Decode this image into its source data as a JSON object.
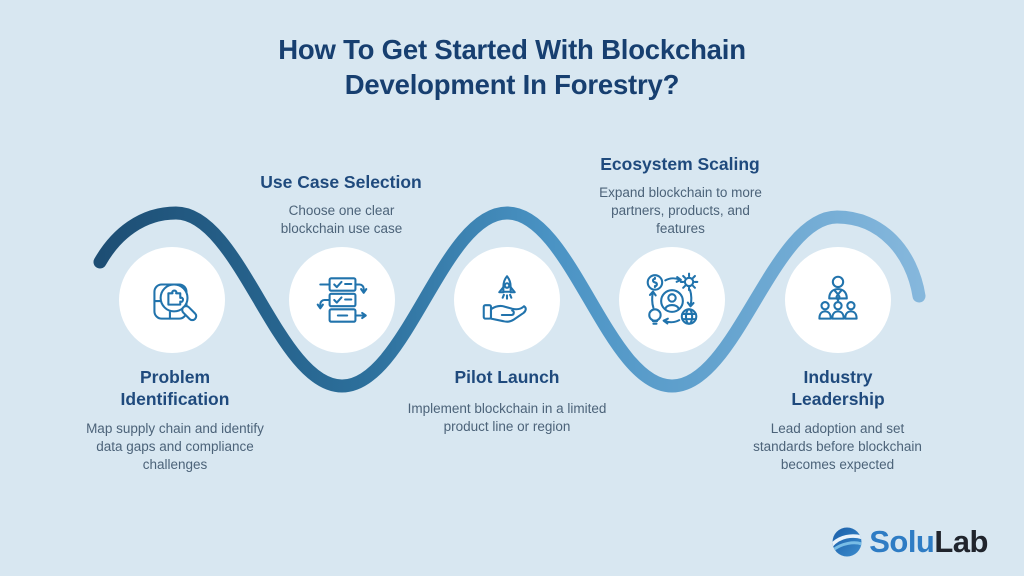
{
  "title": "How To Get Started With Blockchain Development In Forestry?",
  "steps": [
    {
      "title": "Problem Identification",
      "description": "Map supply chain and identify data gaps and compliance challenges",
      "icon": "magnifier-puzzle-icon",
      "label_position": "below"
    },
    {
      "title": "Use Case Selection",
      "description": "Choose one clear blockchain use case",
      "icon": "workflow-checklist-icon",
      "label_position": "above"
    },
    {
      "title": "Pilot Launch",
      "description": "Implement blockchain in a limited product line or region",
      "icon": "hand-rocket-icon",
      "label_position": "below"
    },
    {
      "title": "Ecosystem Scaling",
      "description": "Expand blockchain to more partners, products, and features",
      "icon": "ecosystem-cycle-icon",
      "label_position": "above"
    },
    {
      "title": "Industry Leadership",
      "description": "Lead adoption and set standards before blockchain becomes expected",
      "icon": "leadership-team-icon",
      "label_position": "below"
    }
  ],
  "logo": {
    "brand_first": "Solu",
    "brand_second": "Lab",
    "icon": "solulab-sphere-icon"
  },
  "colors": {
    "background": "#d8e7f1",
    "title": "#173f70",
    "step_title": "#1f4a7d",
    "description": "#4c6379",
    "icon_stroke": "#2173ac",
    "wave_start": "#1d4e74",
    "wave_mid": "#4a93c4",
    "wave_end": "#85b7dc",
    "brand_blue": "#2e7cc4",
    "brand_dark": "#20242c"
  }
}
